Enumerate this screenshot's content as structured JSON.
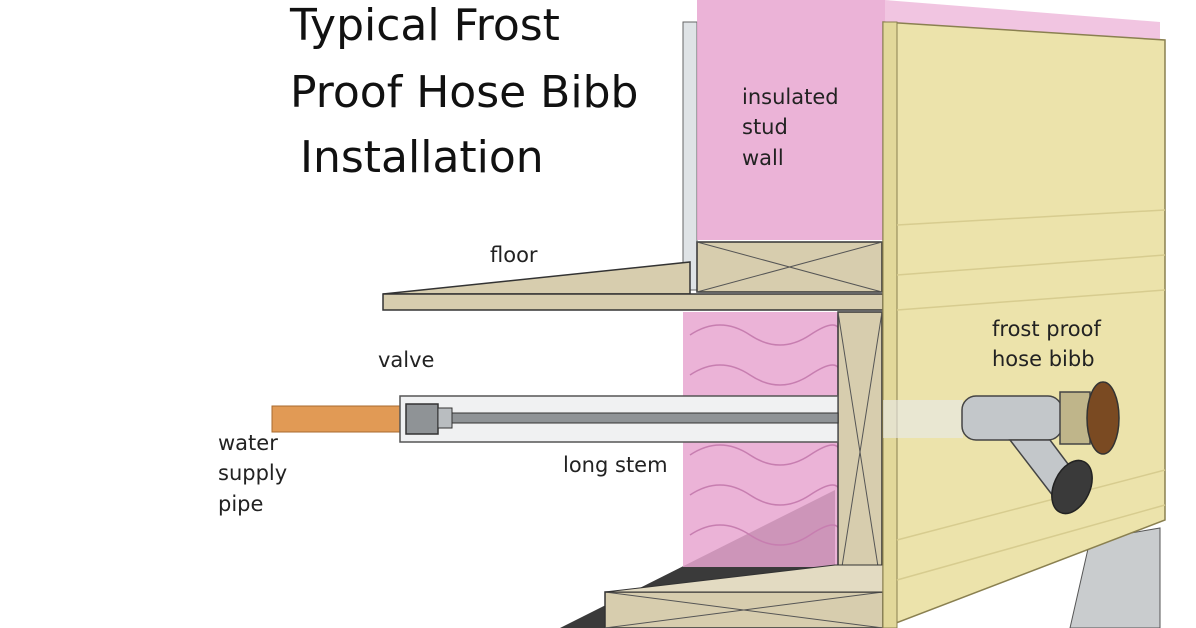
{
  "title": {
    "line1": "Typical Frost",
    "line2": "Proof Hose Bibb",
    "line3": "Installation"
  },
  "labels": {
    "wall_line1": "insulated",
    "wall_line2": "stud",
    "wall_line3": "wall",
    "floor": "floor",
    "valve": "valve",
    "long_stem": "long stem",
    "supply_line1": "water",
    "supply_line2": "supply",
    "supply_line3": "pipe",
    "bibb_line1": "frost proof",
    "bibb_line2": "hose bibb"
  },
  "colors": {
    "insulation": "#e8a6d0",
    "siding": "#ece3ab",
    "lumber": "#d7cdae",
    "copper_pipe": "#e19a55",
    "stem_gray": "#8f9396",
    "foundation": "#c9ccce",
    "outline": "#333333"
  }
}
